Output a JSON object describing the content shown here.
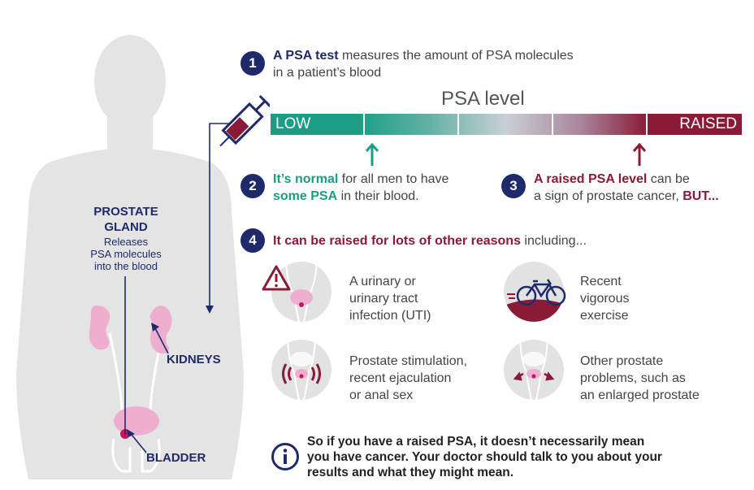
{
  "body_labels": {
    "prostate_title_line1": "PROSTATE",
    "prostate_title_line2": "GLAND",
    "prostate_desc_line1": "Releases",
    "prostate_desc_line2": "PSA molecules",
    "prostate_desc_line3": "into the blood",
    "kidneys": "KIDNEYS",
    "bladder": "BLADDER"
  },
  "step1": {
    "number": "1",
    "bold": "A PSA test",
    "rest_line1": " measures the amount of PSA molecules",
    "line2": "in a patient’s blood"
  },
  "psa_scale": {
    "title": "PSA level",
    "low": "LOW",
    "raised": "RAISED",
    "low_color": "#1a9d84",
    "raised_color": "#8a1b36"
  },
  "step2": {
    "number": "2",
    "bold1": "It’s normal",
    "rest1": " for all men to have",
    "bold2": "some PSA",
    "rest2": " in their blood."
  },
  "step3": {
    "number": "3",
    "bold1": "A raised PSA level",
    "rest1": " can be",
    "line2": "a sign of prostate cancer, ",
    "bold2": "BUT..."
  },
  "step4": {
    "number": "4",
    "bold": "It can be raised for lots of other reasons",
    "rest": " including..."
  },
  "reasons": [
    {
      "icon": "warning-icon",
      "lines": [
        "A urinary or",
        "urinary tract",
        "infection (UTI)"
      ]
    },
    {
      "icon": "bicycle-icon",
      "lines": [
        "Recent",
        "vigorous",
        "exercise"
      ]
    },
    {
      "icon": "stimulation-icon",
      "lines": [
        "Prostate stimulation,",
        "recent ejaculation",
        "or anal sex"
      ]
    },
    {
      "icon": "enlarged-prostate-icon",
      "lines": [
        "Other prostate",
        "problems, such as",
        "an enlarged prostate"
      ]
    }
  ],
  "info": {
    "icon": "info-icon",
    "line1": "So if you have a raised PSA, it doesn’t necessarily mean",
    "line2": "you have cancer. Your doctor should talk to you about your",
    "line3": "results and what they might mean."
  }
}
